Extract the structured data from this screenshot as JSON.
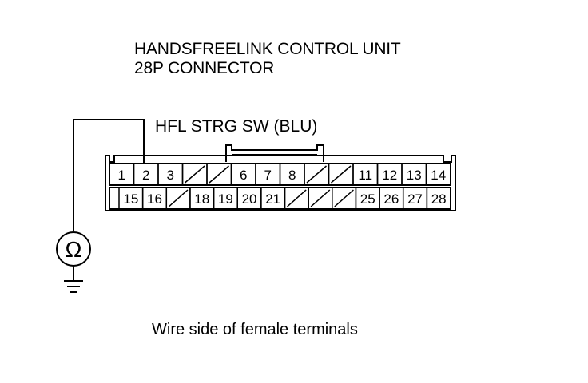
{
  "title": {
    "line1": "HANDSFREELINK CONTROL UNIT",
    "line2": "28P CONNECTOR"
  },
  "wire_label": "HFL STRG SW (BLU)",
  "caption": "Wire side of female terminals",
  "meter_symbol": "Ω",
  "connector": {
    "top_row": [
      "1",
      "2",
      "3",
      "",
      "",
      "6",
      "7",
      "8",
      "",
      "",
      "11",
      "12",
      "13",
      "14"
    ],
    "bottom_row": [
      "15",
      "16",
      "",
      "18",
      "19",
      "20",
      "21",
      "",
      "",
      "",
      "25",
      "26",
      "27",
      "28"
    ]
  }
}
